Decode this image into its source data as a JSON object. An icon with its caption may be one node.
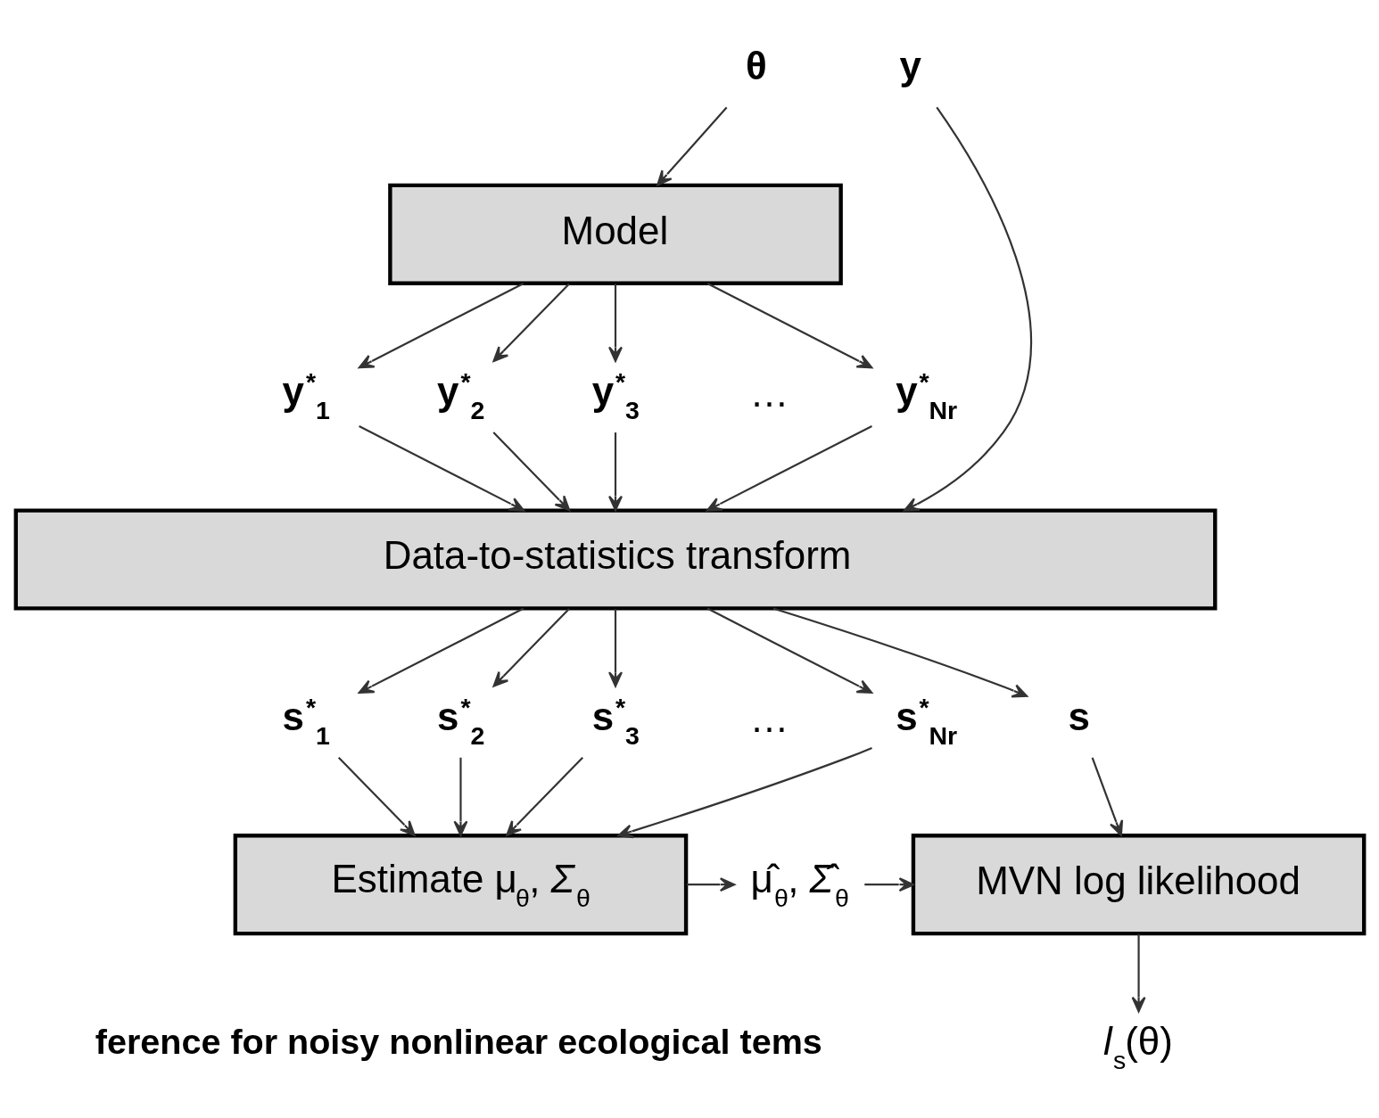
{
  "diagram": {
    "nodes": [
      {
        "text": [
          "θ"
        ]
      },
      {
        "text": [
          "y"
        ]
      },
      {
        "text": [
          "Model"
        ]
      },
      {
        "text": [
          "y$^{*}$$_{1}$"
        ]
      },
      {
        "text": [
          "y$^{*}$$_{2}$"
        ]
      },
      {
        "text": [
          "y$^{*}$$_{3}$"
        ]
      },
      {
        "text": [
          "…"
        ]
      },
      {
        "text": [
          "y$^{*}$$_{Nr}$"
        ]
      },
      {
        "text": [
          "Data-to-statistics transform"
        ]
      },
      {
        "text": [
          "s$^{*}$$_{1}$"
        ]
      },
      {
        "text": [
          "s$^{*}$$_{2}$"
        ]
      },
      {
        "text": [
          "s$^{*}$$_{3}$"
        ]
      },
      {
        "text": [
          "…"
        ]
      },
      {
        "text": [
          "s$^{*}$$_{Nr}$"
        ]
      },
      {
        "text": [
          "s"
        ]
      },
      {
        "text": [
          "Estimate μ$_{θ}$, *Σ*$_{θ}$"
        ]
      },
      {
        "text": [
          "μ̂$_{θ}$, *Σ̂*$_{θ}$"
        ]
      },
      {
        "text": [
          "MVN log likelihood"
        ]
      },
      {
        "text": [
          "*l*$_{s}$(θ)"
        ]
      }
    ],
    "edges": [
      {
        "from": 0,
        "to": 2,
        "arrow": "to"
      },
      {
        "from": 2,
        "to": 3,
        "arrow": "to"
      },
      {
        "from": 2,
        "to": 4,
        "arrow": "to"
      },
      {
        "from": 2,
        "to": 5,
        "arrow": "to"
      },
      {
        "from": 2,
        "to": 7,
        "arrow": "to"
      },
      {
        "from": 3,
        "to": 8,
        "arrow": "to"
      },
      {
        "from": 4,
        "to": 8,
        "arrow": "to"
      },
      {
        "from": 5,
        "to": 8,
        "arrow": "to"
      },
      {
        "from": 7,
        "to": 8,
        "arrow": "to"
      },
      {
        "from": 1,
        "to": 8,
        "arrow": "to"
      },
      {
        "from": 8,
        "to": 9,
        "arrow": "to"
      },
      {
        "from": 8,
        "to": 10,
        "arrow": "to"
      },
      {
        "from": 8,
        "to": 11,
        "arrow": "to"
      },
      {
        "from": 8,
        "to": 13,
        "arrow": "to"
      },
      {
        "from": 8,
        "to": 14,
        "arrow": "to"
      },
      {
        "from": 9,
        "to": 15,
        "arrow": "to"
      },
      {
        "from": 10,
        "to": 15,
        "arrow": "to"
      },
      {
        "from": 11,
        "to": 15,
        "arrow": "to"
      },
      {
        "from": 13,
        "to": 15,
        "arrow": "to"
      },
      {
        "from": 14,
        "to": 17,
        "arrow": "to"
      },
      {
        "from": 15,
        "to": 16,
        "arrow": "to"
      },
      {
        "from": 16,
        "to": 17,
        "arrow": "to"
      },
      {
        "from": 17,
        "to": 18,
        "arrow": "to"
      }
    ],
    "labels": [
      "ference for noisy nonlinear ecological tems"
    ]
  }
}
